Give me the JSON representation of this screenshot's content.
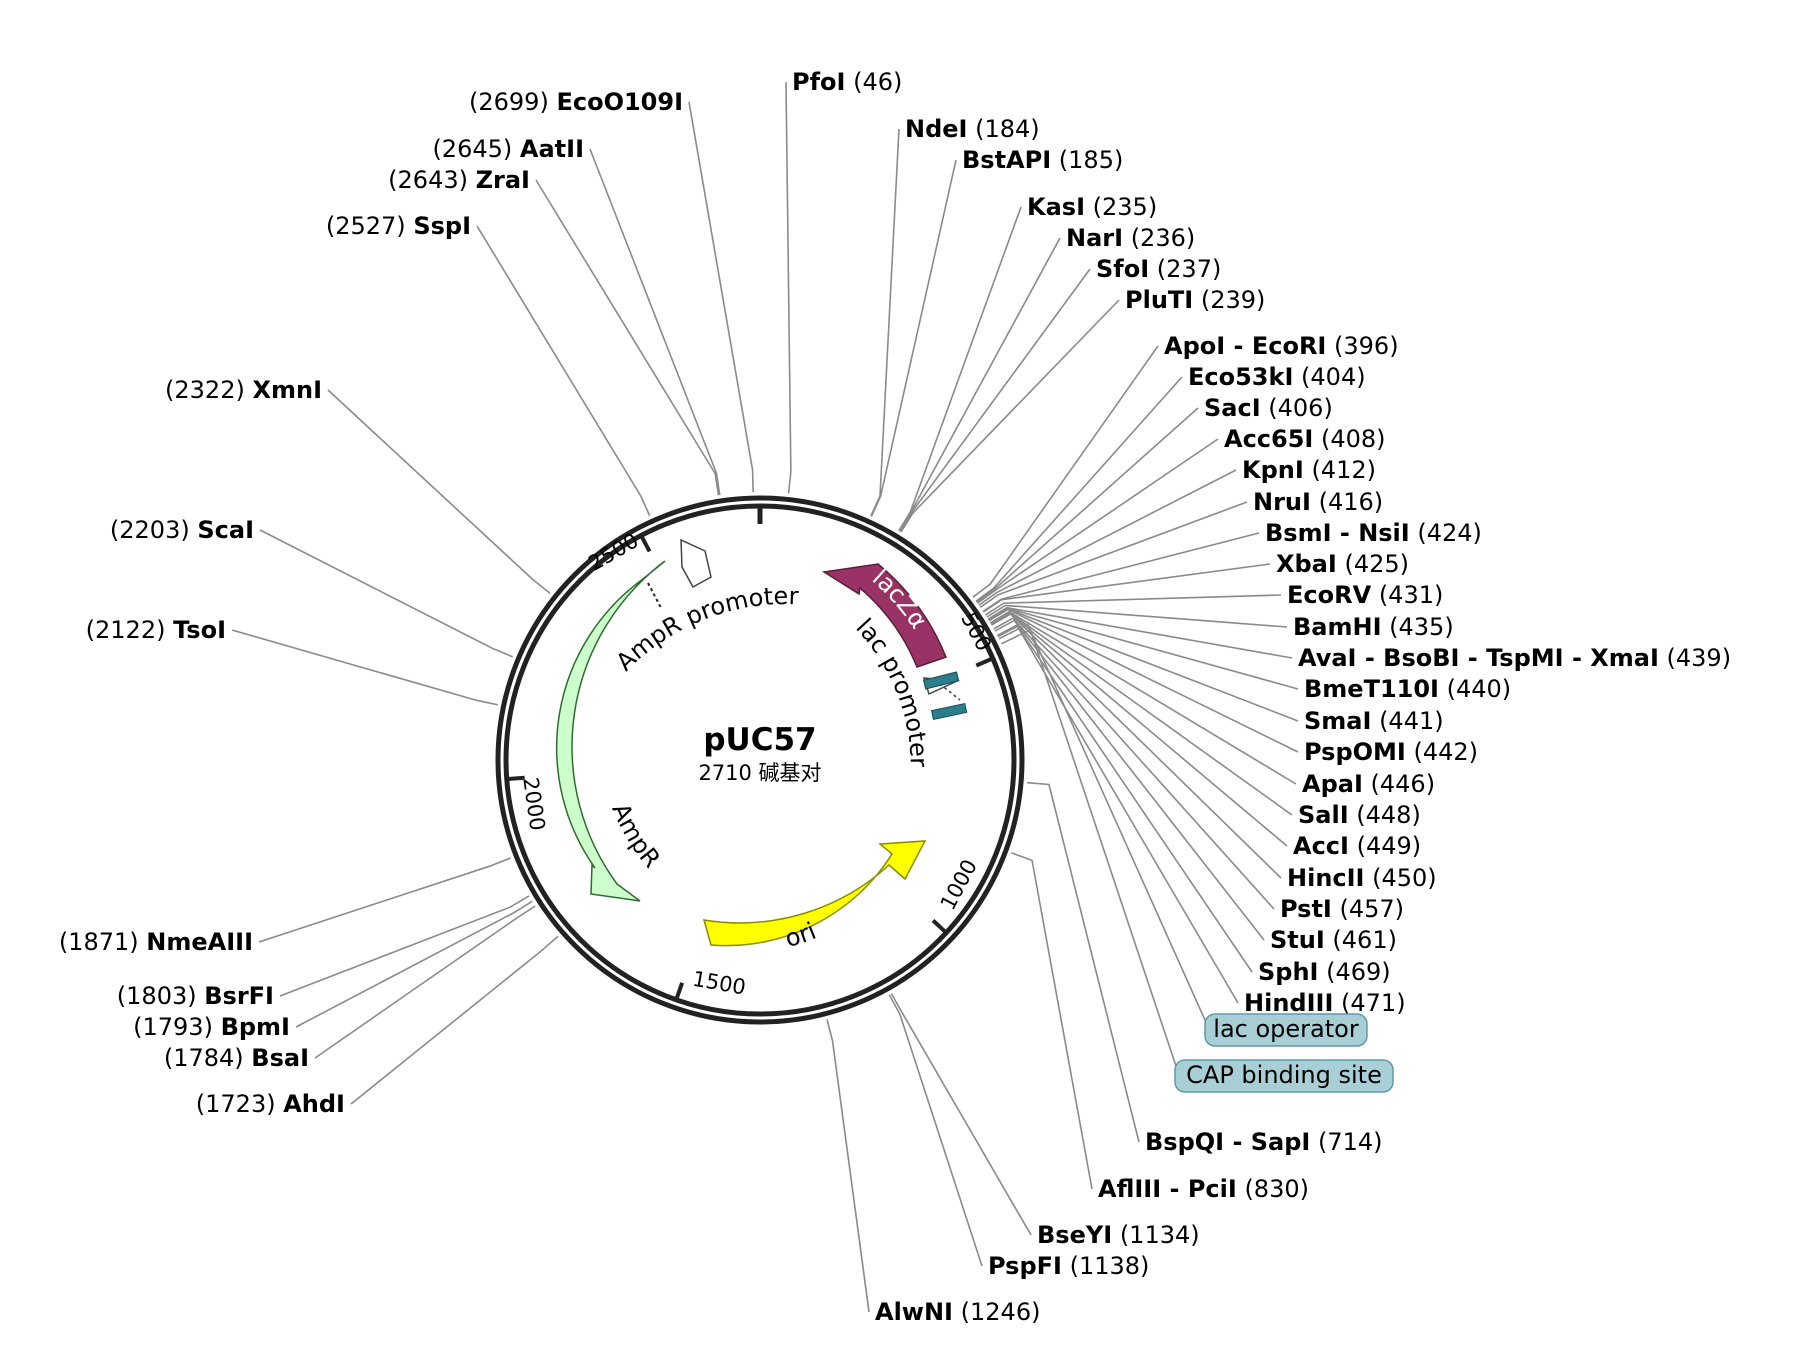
{
  "plasmid": {
    "name": "pUC57",
    "size_label": "2710 碱基对",
    "length_bp": 2710
  },
  "ticks": [
    "500",
    "1000",
    "1500",
    "2000",
    "2500"
  ],
  "features": [
    {
      "id": "ampr",
      "label": "AmpR",
      "color": "#ccffcc"
    },
    {
      "id": "ampr_promoter",
      "label": "AmpR promoter",
      "color": "#ffffff"
    },
    {
      "id": "ori",
      "label": "ori",
      "color": "#ffff00"
    },
    {
      "id": "lacza",
      "label": "lacZα",
      "color": "#993366"
    },
    {
      "id": "lac_promoter",
      "label": "lac promoter",
      "color": "#ffffff"
    },
    {
      "id": "lac_operator",
      "label": "lac operator",
      "color": "#2e7d8c"
    },
    {
      "id": "cap_site",
      "label": "CAP binding site",
      "color": "#2e7d8c"
    }
  ],
  "right_sites": [
    {
      "name": "PfoI",
      "pos": "(46)"
    },
    {
      "name": "NdeI",
      "pos": "(184)"
    },
    {
      "name": "BstAPI",
      "pos": "(185)"
    },
    {
      "name": "KasI",
      "pos": "(235)"
    },
    {
      "name": "NarI",
      "pos": "(236)"
    },
    {
      "name": "SfoI",
      "pos": "(237)"
    },
    {
      "name": "PluTI",
      "pos": "(239)"
    },
    {
      "name": "ApoI - EcoRI",
      "pos": "(396)"
    },
    {
      "name": "Eco53kI",
      "pos": "(404)"
    },
    {
      "name": "SacI",
      "pos": "(406)"
    },
    {
      "name": "Acc65I",
      "pos": "(408)"
    },
    {
      "name": "KpnI",
      "pos": "(412)"
    },
    {
      "name": "NruI",
      "pos": "(416)"
    },
    {
      "name": "BsmI - NsiI",
      "pos": "(424)"
    },
    {
      "name": "XbaI",
      "pos": "(425)"
    },
    {
      "name": "EcoRV",
      "pos": "(431)"
    },
    {
      "name": "BamHI",
      "pos": "(435)"
    },
    {
      "name": "AvaI - BsoBI - TspMI - XmaI",
      "pos": "(439)"
    },
    {
      "name": "BmeT110I",
      "pos": "(440)"
    },
    {
      "name": "SmaI",
      "pos": "(441)"
    },
    {
      "name": "PspOMI",
      "pos": "(442)"
    },
    {
      "name": "ApaI",
      "pos": "(446)"
    },
    {
      "name": "SalI",
      "pos": "(448)"
    },
    {
      "name": "AccI",
      "pos": "(449)"
    },
    {
      "name": "HincII",
      "pos": "(450)"
    },
    {
      "name": "PstI",
      "pos": "(457)"
    },
    {
      "name": "StuI",
      "pos": "(461)"
    },
    {
      "name": "SphI",
      "pos": "(469)"
    },
    {
      "name": "HindIII",
      "pos": "(471)"
    },
    {
      "name": "BspQI - SapI",
      "pos": "(714)"
    },
    {
      "name": "AflIII - PciI",
      "pos": "(830)"
    },
    {
      "name": "BseYI",
      "pos": "(1134)"
    },
    {
      "name": "PspFI",
      "pos": "(1138)"
    },
    {
      "name": "AlwNI",
      "pos": "(1246)"
    }
  ],
  "left_sites": [
    {
      "name": "EcoO109I",
      "pos": "(2699)"
    },
    {
      "name": "AatII",
      "pos": "(2645)"
    },
    {
      "name": "ZraI",
      "pos": "(2643)"
    },
    {
      "name": "SspI",
      "pos": "(2527)"
    },
    {
      "name": "XmnI",
      "pos": "(2322)"
    },
    {
      "name": "ScaI",
      "pos": "(2203)"
    },
    {
      "name": "TsoI",
      "pos": "(2122)"
    },
    {
      "name": "NmeAIII",
      "pos": "(1871)"
    },
    {
      "name": "BsrFI",
      "pos": "(1803)"
    },
    {
      "name": "BpmI",
      "pos": "(1793)"
    },
    {
      "name": "BsaI",
      "pos": "(1784)"
    },
    {
      "name": "AhdI",
      "pos": "(1723)"
    }
  ],
  "feature_tags": [
    {
      "label": "lac operator",
      "color": "#a9cfd6"
    },
    {
      "label": "CAP binding site",
      "color": "#a9cfd6"
    }
  ]
}
